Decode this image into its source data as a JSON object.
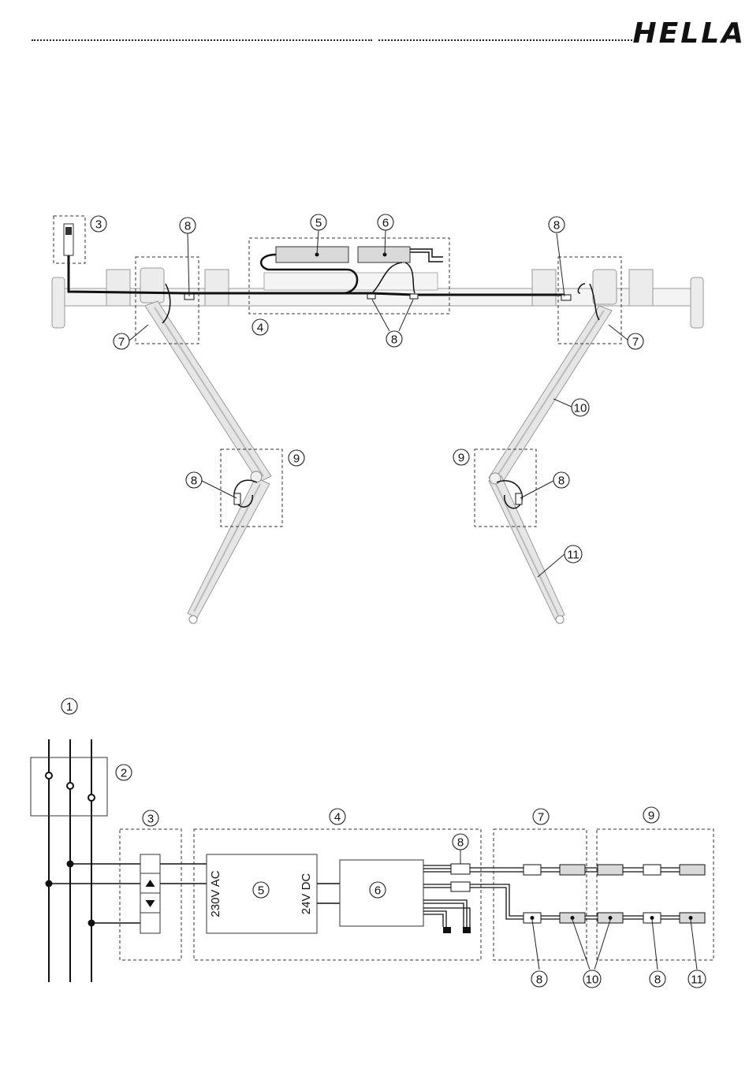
{
  "header": {
    "brand": "HELLA"
  },
  "callouts": {
    "c1": "1",
    "c2": "2",
    "c3": "3",
    "c4": "4",
    "c5": "5",
    "c6": "6",
    "c7": "7",
    "c8": "8",
    "c9": "9",
    "c10": "10",
    "c11": "11"
  },
  "schematic": {
    "psu_input_label": "230V AC",
    "psu_output_label": "24V DC"
  },
  "colors": {
    "line": "#111111",
    "module_fill": "#d9d9d9",
    "arm_fill": "#e6e6e6"
  }
}
